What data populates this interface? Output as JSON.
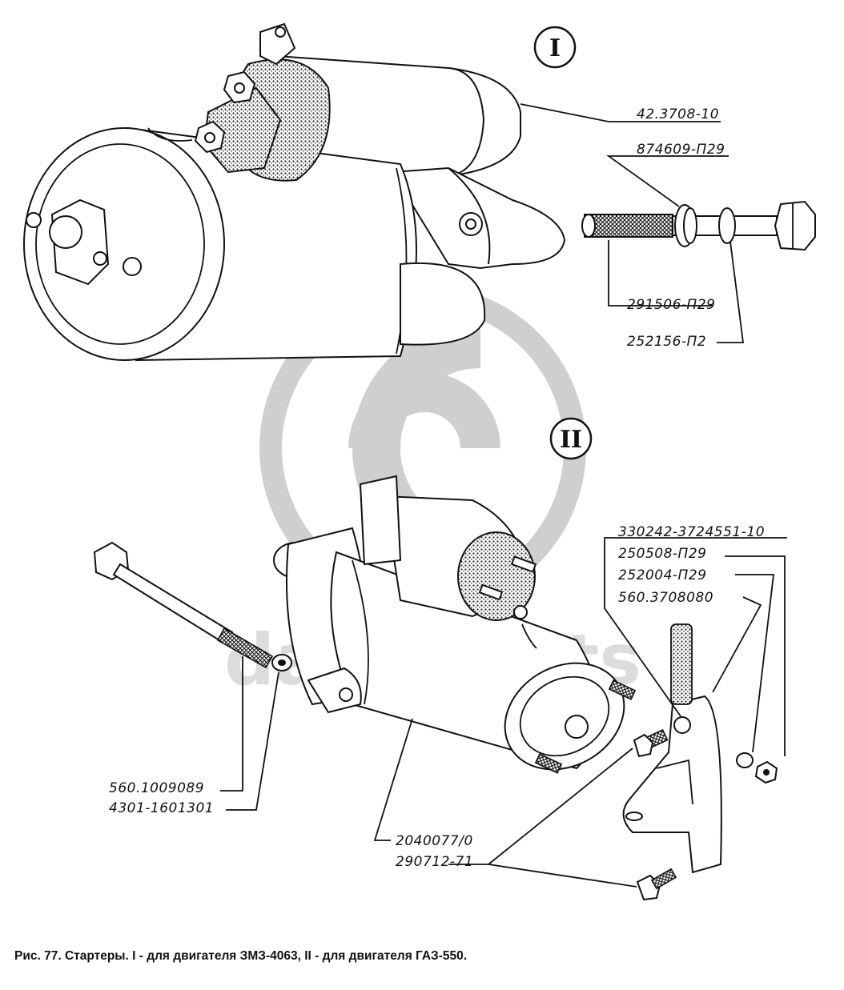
{
  "figure": {
    "caption": "Рис. 77. Стартеры. I - для двигателя ЗМЗ-4063, II - для двигателя ГАЗ-550.",
    "section_markers": {
      "one": "I",
      "two": "II"
    },
    "watermark_text": "data-parts",
    "labels_section_1": {
      "starter": "42.3708-10",
      "washer_a": "874609-П29",
      "bolt": "291506-П29",
      "washer_b": "252156-П2"
    },
    "labels_section_2": {
      "label_a": "330242-3724551-10",
      "label_b": "250508-П29",
      "label_c": "252004-П29",
      "label_d": "560.3708080",
      "label_e": "560.1009089",
      "label_f": "4301-1601301",
      "label_g": "2040077/0",
      "label_h": "290712-71"
    },
    "colors": {
      "ink": "#111111",
      "watermark": "#cfcfcf",
      "background": "#ffffff"
    }
  }
}
